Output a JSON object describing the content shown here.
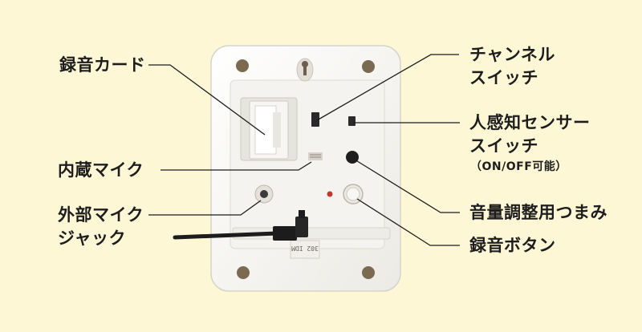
{
  "labels": {
    "rec_card": "録音カード",
    "internal_mic": "内蔵マイク",
    "ext_mic_1": "外部マイク",
    "ext_mic_2": "ジャック",
    "channel_1": "チャンネル",
    "channel_2": "スイッチ",
    "sensor_1": "人感知センサー",
    "sensor_2": "スイッチ",
    "sensor_3": "（ON/OFF可能）",
    "volume": "音量調整用つまみ",
    "rec_button": "録音ボタン"
  },
  "device_print": "302 IDM",
  "colors": {
    "background": "#fdf7d6",
    "device": "#ffffff",
    "lines": "#1d1d1d"
  }
}
